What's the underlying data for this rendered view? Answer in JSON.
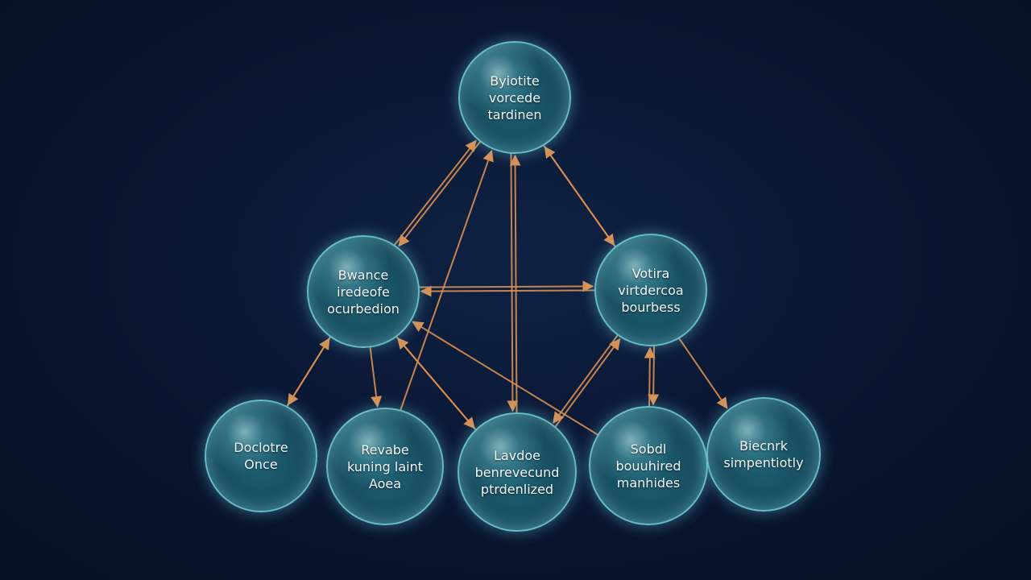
{
  "colors": {
    "background": "#0a1733",
    "node_fill": "#185063",
    "node_border": "#82e1eb",
    "edge": "#d98f52",
    "label": "#f2f6f8"
  },
  "nodes": {
    "top": {
      "label": "Byiotite\nvorcede\ntardinen"
    },
    "midl": {
      "label": "Bwance\niredeofe\nocurbedion"
    },
    "midr": {
      "label": "Votira\nvirtdercoa\nbourbess"
    },
    "b1": {
      "label": "Doclotre\nOnce"
    },
    "b2": {
      "label": "Revabe\nkuning laint\nAoea"
    },
    "b3": {
      "label": "Lavdoe\nbenrevecund\nptrdenlized"
    },
    "b4": {
      "label": "Sobdl\nbouuhired\nmanhides"
    },
    "b5": {
      "label": "Biecnrk\nsimpentiotly"
    }
  },
  "edges": [
    {
      "from": "midl",
      "to": "top"
    },
    {
      "from": "top",
      "to": "midl"
    },
    {
      "from": "top",
      "to": "midr"
    },
    {
      "from": "midr",
      "to": "top"
    },
    {
      "from": "b3",
      "to": "top"
    },
    {
      "from": "top",
      "to": "b3"
    },
    {
      "from": "midl",
      "to": "midr"
    },
    {
      "from": "midr",
      "to": "midl"
    },
    {
      "from": "midl",
      "to": "b1"
    },
    {
      "from": "b1",
      "to": "midl"
    },
    {
      "from": "midl",
      "to": "b2"
    },
    {
      "from": "midl",
      "to": "b3"
    },
    {
      "from": "b3",
      "to": "midl"
    },
    {
      "from": "midr",
      "to": "b3"
    },
    {
      "from": "b3",
      "to": "midr"
    },
    {
      "from": "midr",
      "to": "b4"
    },
    {
      "from": "b4",
      "to": "midr"
    },
    {
      "from": "midr",
      "to": "b5"
    },
    {
      "from": "b2",
      "to": "top"
    },
    {
      "from": "b4",
      "to": "midl"
    }
  ]
}
